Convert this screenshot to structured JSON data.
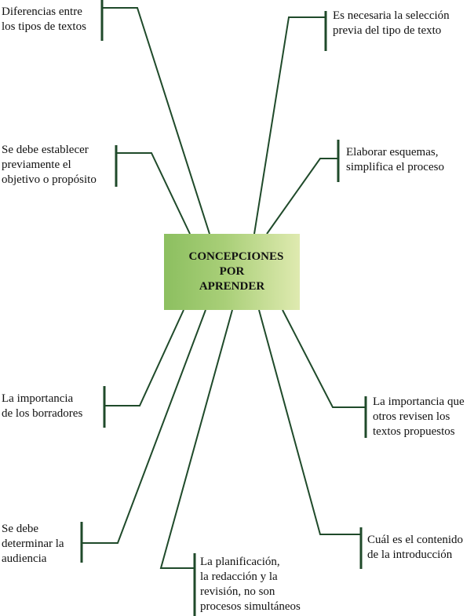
{
  "center": {
    "title": "CONCEPCIONES POR APRENDER"
  },
  "colors": {
    "line": "#1f4a2a",
    "box_left": "#8cbf60",
    "box_right": "#dfeab0"
  },
  "nodes": [
    {
      "id": "n1",
      "lines": [
        "Diferencias entre",
        "los tipos de textos"
      ]
    },
    {
      "id": "n2",
      "lines": [
        "Es necesaria la selección",
        "previa del tipo de texto"
      ]
    },
    {
      "id": "n3",
      "lines": [
        "Se debe establecer",
        "previamente el",
        "objetivo o propósito"
      ]
    },
    {
      "id": "n4",
      "lines": [
        "Elaborar esquemas,",
        "simplifica el proceso"
      ]
    },
    {
      "id": "n5",
      "lines": [
        "La importancia",
        "de los borradores"
      ]
    },
    {
      "id": "n6",
      "lines": [
        "La importancia que",
        "otros revisen los",
        "textos propuestos"
      ]
    },
    {
      "id": "n7",
      "lines": [
        "Se debe",
        "determinar la",
        "audiencia"
      ]
    },
    {
      "id": "n8",
      "lines": [
        "La planificación,",
        "la redacción y la",
        "revisión, no son",
        "procesos simultáneos"
      ]
    },
    {
      "id": "n9",
      "lines": [
        "Cuál es el contenido",
        "de la introducción"
      ]
    }
  ]
}
